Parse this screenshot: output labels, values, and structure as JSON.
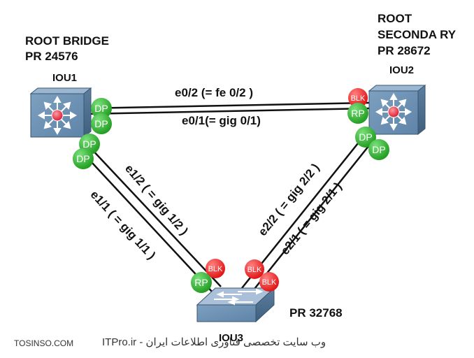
{
  "devices": {
    "iou1": {
      "name": "IOU1",
      "role_line1": "ROOT BRIDGE",
      "role_line2": "PR 24576"
    },
    "iou2": {
      "name": "IOU2",
      "role_line1": "ROOT",
      "role_line2": "SECONDA RY",
      "role_line3": "PR 28672"
    },
    "iou3": {
      "name": "IOU3",
      "role_line1": "PR 32768"
    }
  },
  "links": {
    "iou1_iou2_top": "e0/2 (= fe 0/2 )",
    "iou1_iou2_bottom": "e0/1(= gig 0/1)",
    "iou1_iou3_outer": "e1/1 ( = gig 1/1 )",
    "iou1_iou3_inner": "e1/2 ( = gig 1/2 )",
    "iou2_iou3_inner": "e2/2 ( = gig 2/2 )",
    "iou2_iou3_outer": "e2/1 ( = gig 2/1 )"
  },
  "ports": {
    "iou1_to_iou2_a": "DP",
    "iou1_to_iou2_b": "DP",
    "iou1_to_iou3_a": "DP",
    "iou1_to_iou3_b": "DP",
    "iou2_to_iou1_a": "BLK",
    "iou2_to_iou1_b": "RP",
    "iou2_to_iou3_a": "DP",
    "iou2_to_iou3_b": "DP",
    "iou3_to_iou1_a": "BLK",
    "iou3_to_iou1_b": "RP",
    "iou3_to_iou2_a": "BLK",
    "iou3_to_iou2_b": "BLK"
  },
  "colors": {
    "designated": "#22a322",
    "root_port": "#22a322",
    "blocking": "#ee1c1c",
    "switch_body": "#6b8fb3"
  },
  "footer": {
    "left": "TOSINSO.COM",
    "right": "وب سایت تخصصی فناوری اطلاعات ایران - ITPro.ir"
  }
}
